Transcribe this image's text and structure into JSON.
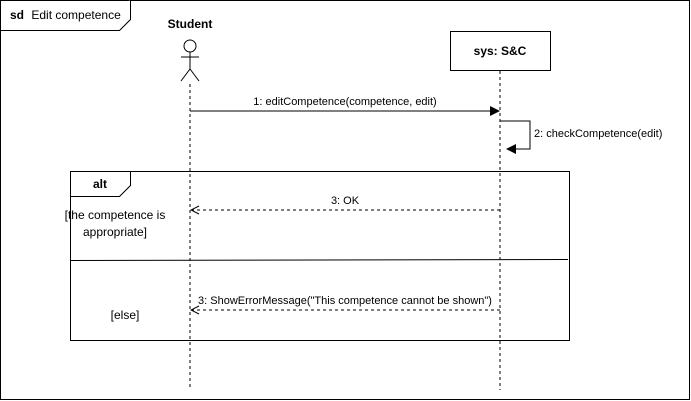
{
  "frame": {
    "keyword": "sd",
    "title": "Edit competence"
  },
  "lifelines": {
    "actor": {
      "name": "Student"
    },
    "system": {
      "name": "sys: S&C"
    }
  },
  "messages": [
    {
      "label": "1: editCompetence(competence, edit)"
    },
    {
      "label": "2: checkCompetence(edit)"
    },
    {
      "label": "3: OK"
    },
    {
      "label": "3: ShowErrorMessage(\"This competence cannot be shown\")"
    }
  ],
  "alt_fragment": {
    "operator": "alt",
    "guard_1_line_1": "[the competence is",
    "guard_1_line_2": "appropriate]",
    "guard_2": "[else]"
  }
}
